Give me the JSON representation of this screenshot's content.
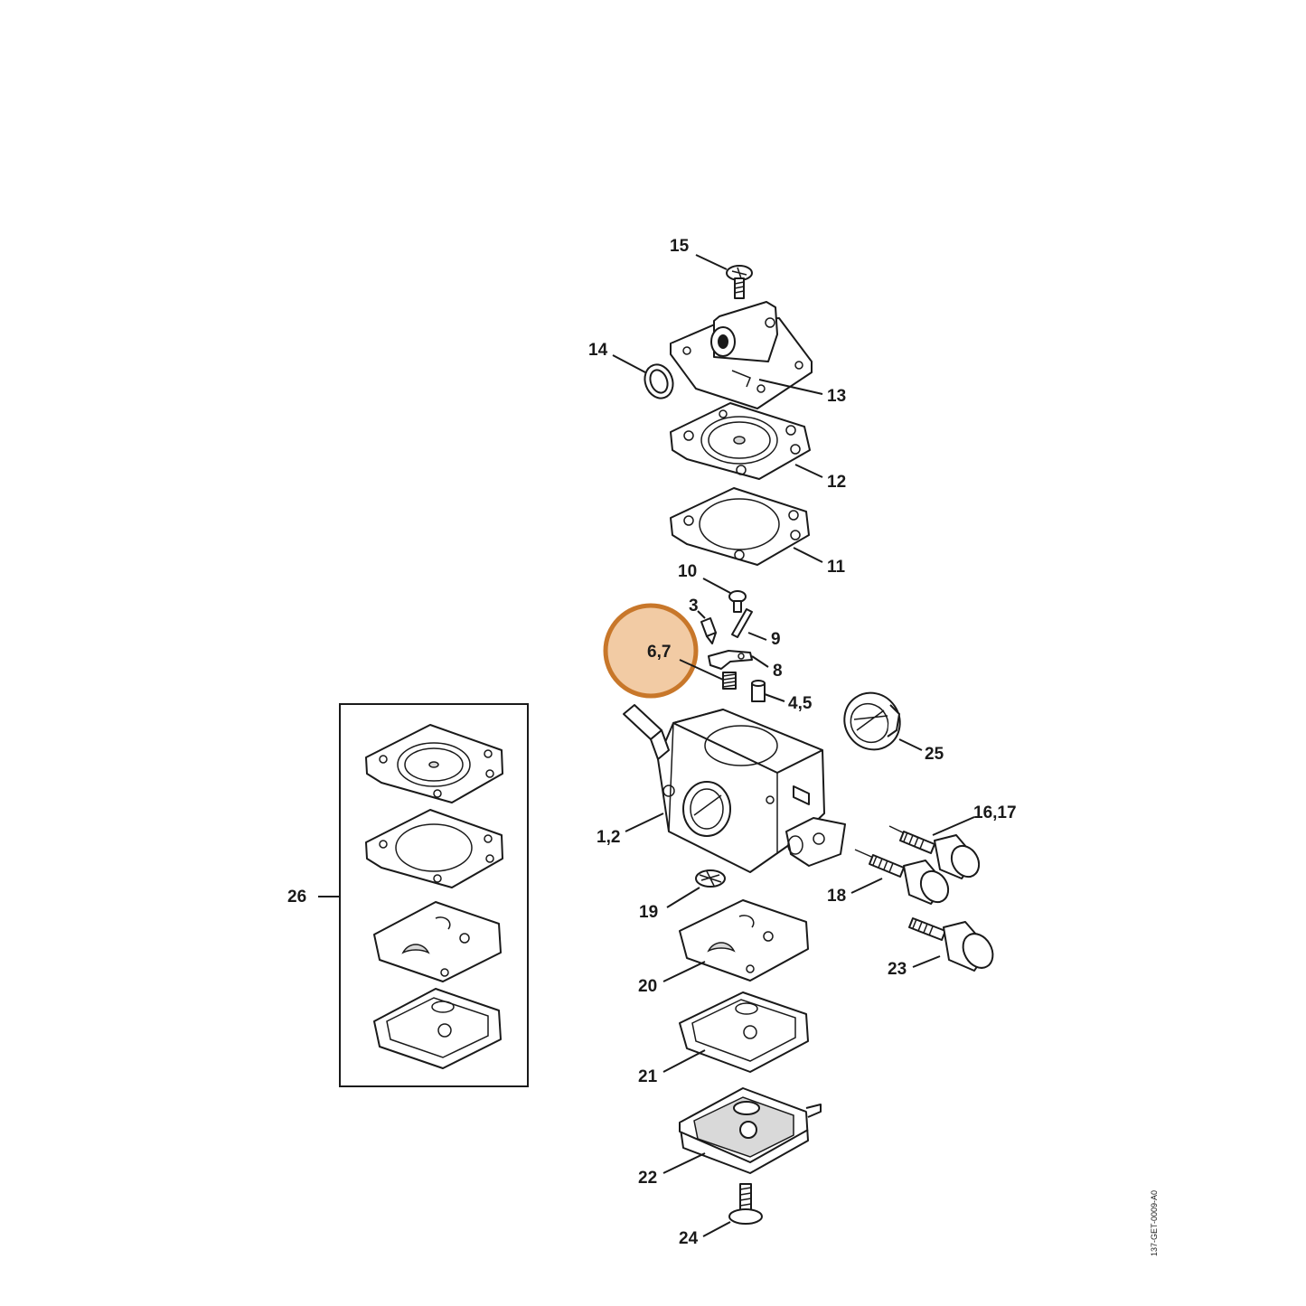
{
  "diagram": {
    "highlight_color": "#c8772a",
    "highlight_fill": "#f2cba4",
    "drawing_code": "137-GET-0009-A0",
    "labels": {
      "l15": "15",
      "l14": "14",
      "l13": "13",
      "l12": "12",
      "l11": "11",
      "l10": "10",
      "l3": "3",
      "l9": "9",
      "l67": "6,7",
      "l8": "8",
      "l45": "4,5",
      "l25": "25",
      "l1617": "16,17",
      "l12b": "1,2",
      "l18": "18",
      "l19": "19",
      "l26": "26",
      "l23": "23",
      "l20": "20",
      "l21": "21",
      "l22": "22",
      "l24": "24"
    }
  }
}
